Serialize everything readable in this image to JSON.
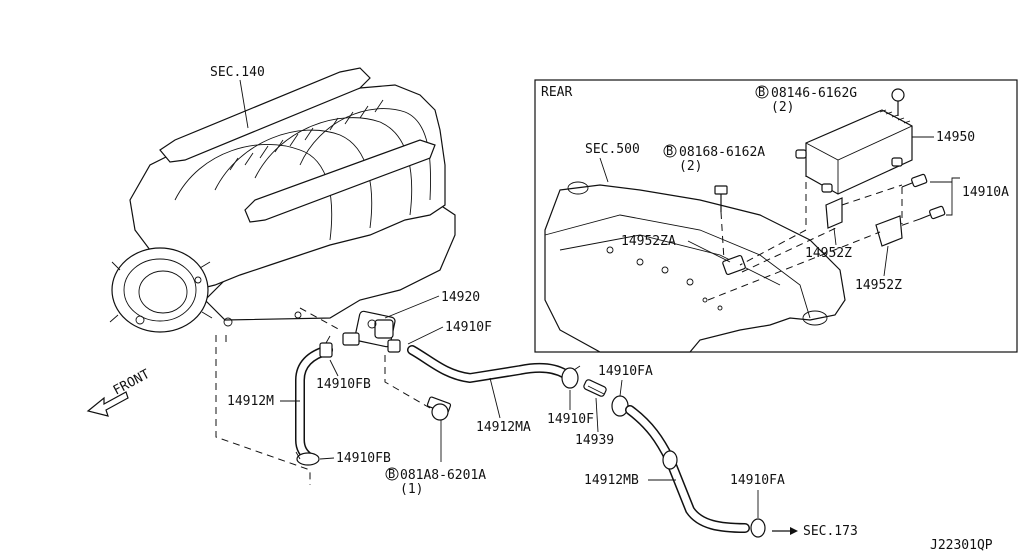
{
  "labels": {
    "sec140": "SEC.140",
    "sec500": "SEC.500",
    "sec173": "SEC.173",
    "rear": "REAR",
    "front": "FRONT",
    "code": "J22301QP",
    "p14920": "14920",
    "p14910F_top": "14910F",
    "p14910FB_top": "14910FB",
    "p14912M": "14912M",
    "p14910FB_bottom": "14910FB",
    "p14912MA": "14912MA",
    "p14910F_mid": "14910F",
    "p14939": "14939",
    "p14910FA_top": "14910FA",
    "p14912MB": "14912MB",
    "p14910FA_bottom": "14910FA",
    "bolt_081A8": "081A8-6201A",
    "bolt_081A8_qty": "(1)",
    "bolt_08146": "08146-6162G",
    "bolt_08146_qty": "(2)",
    "bolt_08168": "08168-6162A",
    "bolt_08168_qty": "(2)",
    "p14950": "14950",
    "p14910A": "14910A",
    "p14952ZA": "14952ZA",
    "p14952Z_left": "14952Z",
    "p14952Z_right": "14952Z",
    "bolt_prefix": "B"
  }
}
